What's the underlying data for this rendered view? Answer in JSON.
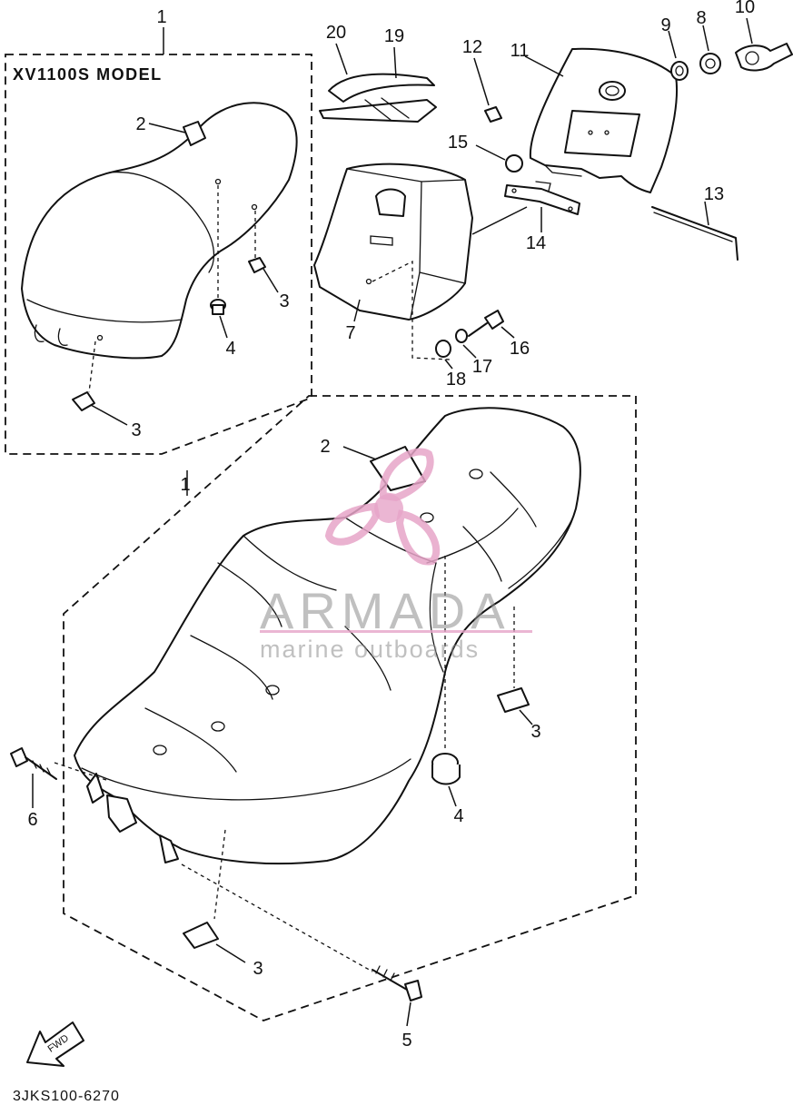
{
  "model_label": "XV1100S MODEL",
  "diagram_code": "3JKS100-6270",
  "fwd_label": "FWD",
  "watermark": {
    "brand": "ARMADA",
    "tagline": "marine outboards",
    "color": "#e6a4c8"
  },
  "callouts": {
    "c1_inset": "1",
    "c1_main": "1",
    "c2_inset": "2",
    "c2_main": "2",
    "c3_inset_a": "3",
    "c3_inset_b": "3",
    "c3_main_a": "3",
    "c3_main_b": "3",
    "c4_inset": "4",
    "c4_main": "4",
    "c5": "5",
    "c6": "6",
    "c7": "7",
    "c8": "8",
    "c9": "9",
    "c10": "10",
    "c11": "11",
    "c12": "12",
    "c13": "13",
    "c14": "14",
    "c15": "15",
    "c16": "16",
    "c17": "17",
    "c18": "18",
    "c19": "19",
    "c20": "20"
  }
}
